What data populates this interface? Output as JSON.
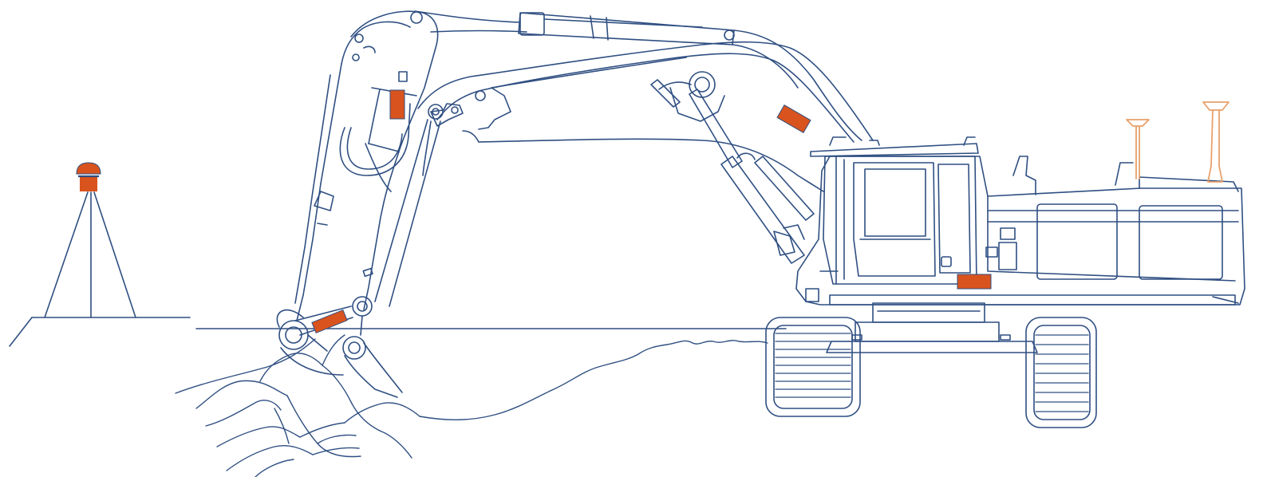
{
  "colors": {
    "background": "#ffffff",
    "line": "#2f4f82",
    "sensor": "#d9531e",
    "antenna": "#e8a06a"
  },
  "components": {
    "base_station": "gnss-base-station-on-tripod",
    "excavator": "tracked-excavator",
    "sensors": [
      "boom-sensor",
      "stick-sensor",
      "bucket-linkage-sensor",
      "body-sensor",
      "cab-sensor"
    ],
    "antennas": [
      "gnss-antenna-front",
      "gnss-antenna-rear"
    ]
  }
}
